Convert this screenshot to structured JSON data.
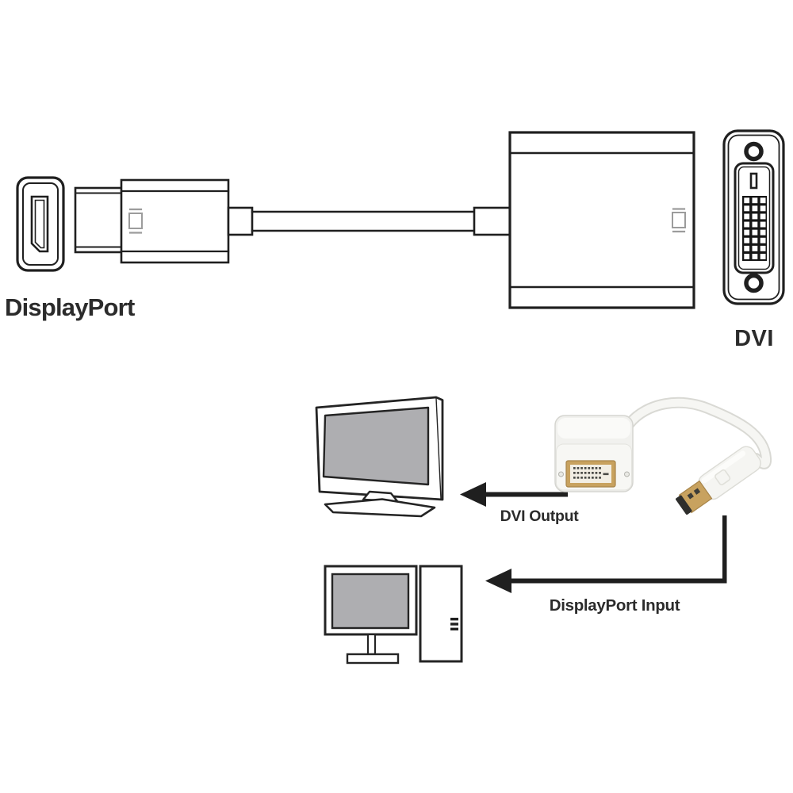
{
  "diagram": {
    "kind": "DisplayPort-to-DVI adapter illustration",
    "top": {
      "left_connector_label": "DisplayPort",
      "right_connector_label": "DVI"
    },
    "flow": {
      "dvi_output_label": "DVI Output",
      "displayport_input_label": "DisplayPort Input"
    },
    "colors": {
      "background": "#ffffff",
      "line_art": "#1f1f1f",
      "label_text": "#2b2b2b",
      "logo_mark_gray": "#9c9c9c",
      "screen_gray": "#aeaeb1",
      "adapter_gold": "#c8a25f",
      "adapter_gold_border": "#a8854a",
      "adapter_white": "#f3f3f0",
      "plug_face_black": "#2e2e2c"
    }
  }
}
